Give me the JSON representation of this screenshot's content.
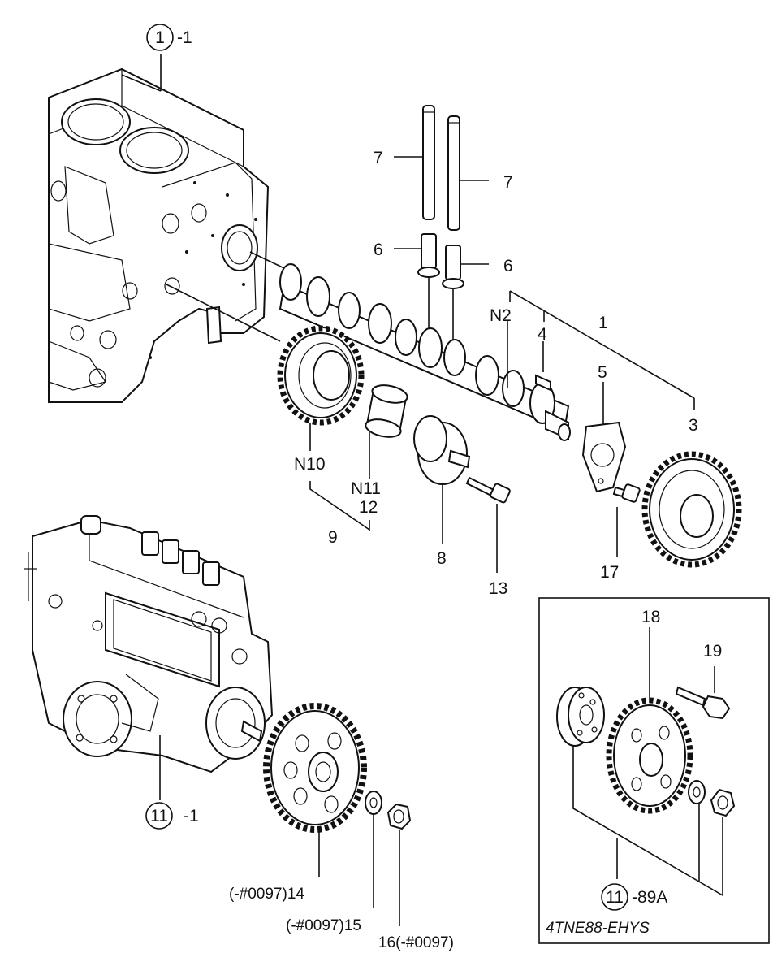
{
  "callouts": {
    "c1": {
      "num": "1",
      "suffix": "-1"
    },
    "c11": {
      "num": "11",
      "suffix": "-1"
    },
    "c11b": {
      "num": "11",
      "suffix": "-89A"
    }
  },
  "labels": {
    "p1": "1",
    "p3": "3",
    "p4": "4",
    "p5": "5",
    "p6a": "6",
    "p6b": "6",
    "p7a": "7",
    "p7b": "7",
    "p8": "8",
    "p9": "9",
    "p12": "12",
    "p13": "13",
    "p14": "(-#0097)14",
    "p15": "(-#0097)15",
    "p16": "16(-#0097)",
    "p17": "17",
    "p18": "18",
    "p19": "19",
    "n2": "N2",
    "n10": "N10",
    "n11": "N11"
  },
  "inset": {
    "model": "4TNE88-EHYS"
  }
}
